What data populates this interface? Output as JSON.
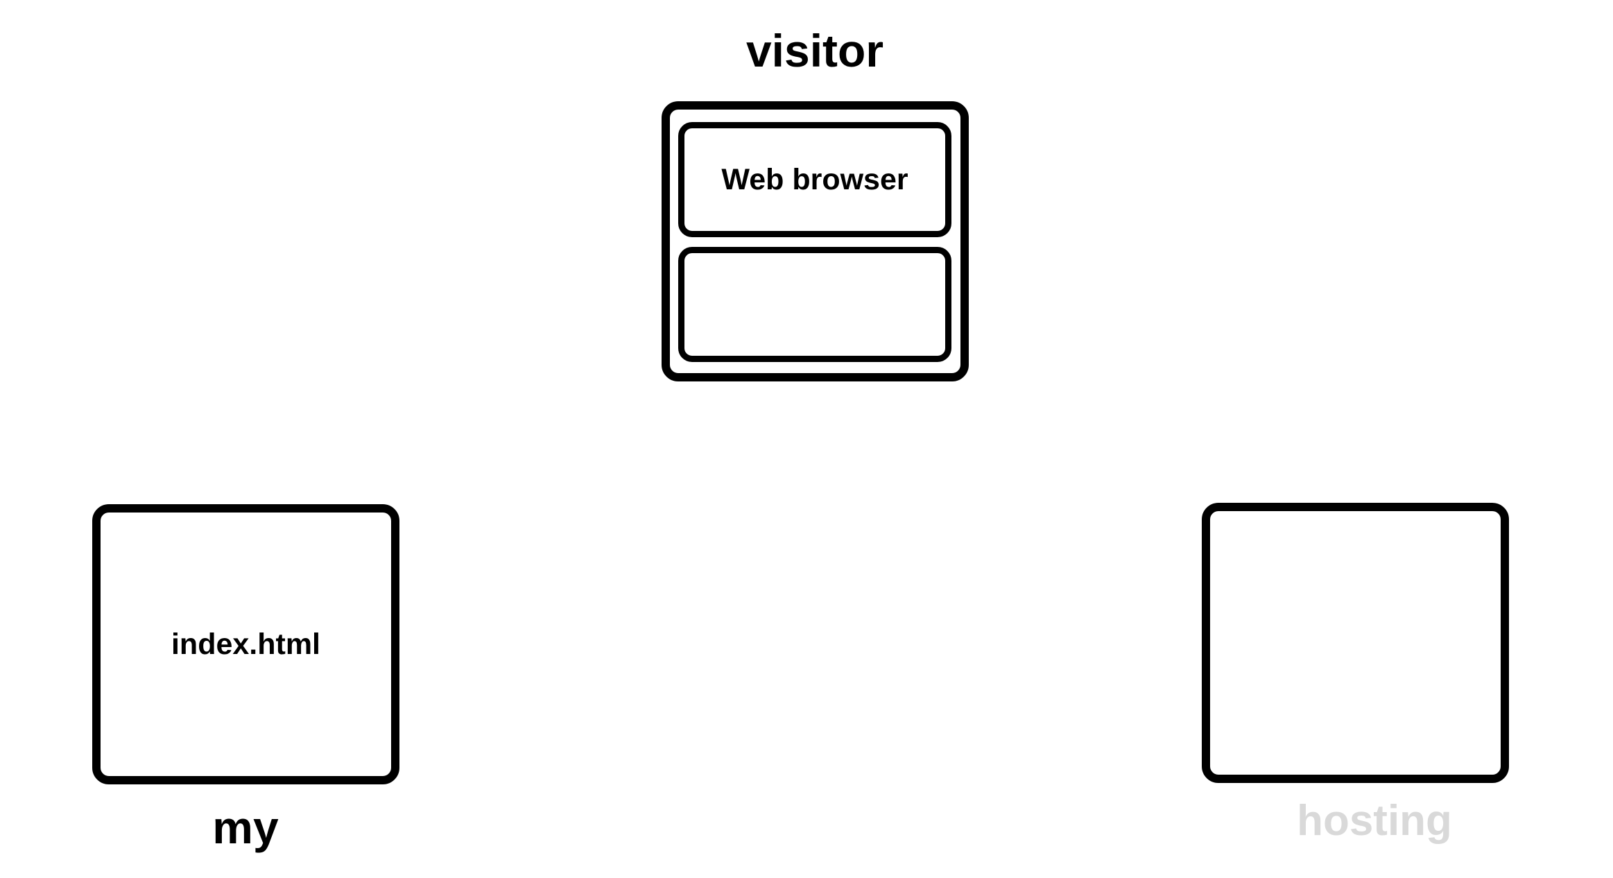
{
  "visitor": {
    "label": "visitor",
    "browser_label": "Web browser"
  },
  "my": {
    "label": "my",
    "file_label": "index.html"
  },
  "hosting": {
    "label": "hosting",
    "label_color": "#d9d9d9"
  }
}
